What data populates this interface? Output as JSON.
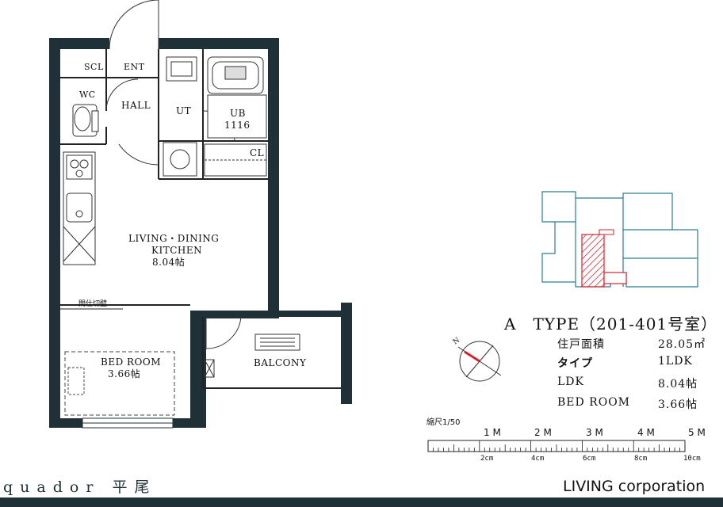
{
  "rooms": {
    "scl": "SCL",
    "ent": "ENT",
    "wc": "WC",
    "hall": "HALL",
    "ut": "UT",
    "ub": "UB",
    "ub_size": "1116",
    "cl": "CL",
    "ldk_line1": "LIVING・DINING",
    "ldk_line2": "KITCHEN",
    "ldk_area": "8.04帖",
    "partition": "間仕切壁",
    "bed": "BED ROOM",
    "bed_area": "3.66帖",
    "balcony": "BALCONY"
  },
  "unit": {
    "title": "A　TYPE（201-401号室）",
    "specs": [
      {
        "label": "住戸面積",
        "value": "28.05㎡"
      },
      {
        "label": "タイプ",
        "value": "1LDK"
      },
      {
        "label": "LDK",
        "value": "8.04帖"
      },
      {
        "label": "BED ROOM",
        "value": "3.66帖"
      }
    ]
  },
  "compass": {
    "north": "N"
  },
  "scale": {
    "label": "縮尺1/50",
    "meters": [
      "1 M",
      "2 M",
      "3 M",
      "4 M",
      "5 M"
    ],
    "cms": [
      "2cm",
      "4cm",
      "6cm",
      "8cm",
      "10cm"
    ]
  },
  "footer": {
    "property": "quador 平尾",
    "company": "LIVING corporation"
  },
  "colors": {
    "wall": "#1f3136",
    "highlight": "#d0252b",
    "keyplan": "#2a7f8c"
  }
}
